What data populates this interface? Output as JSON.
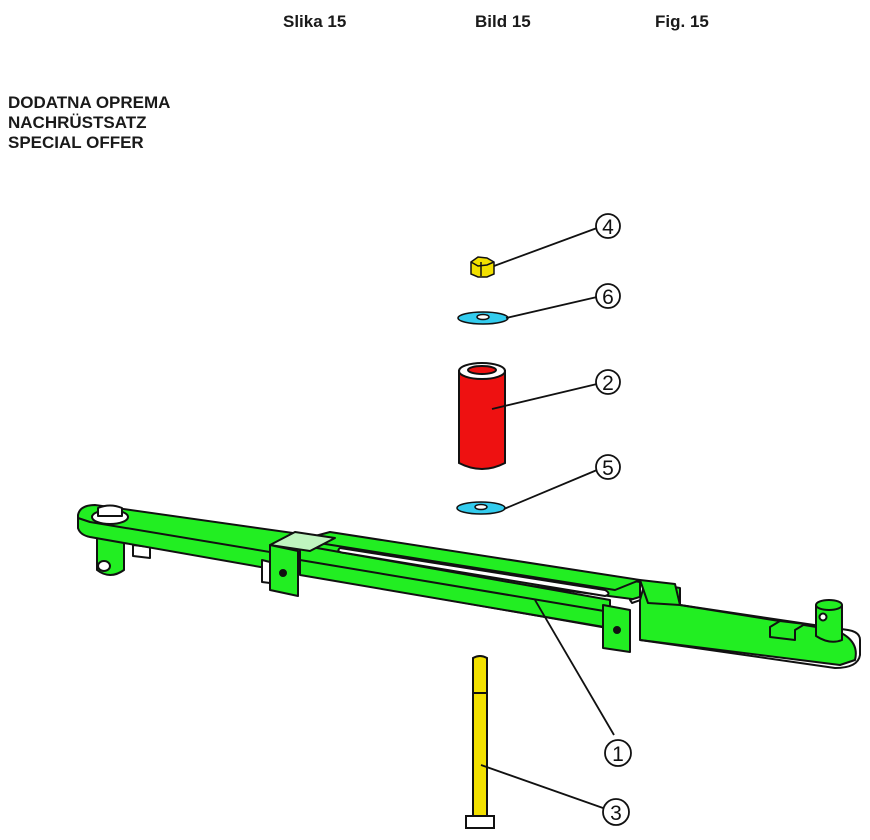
{
  "header": {
    "label_hr": "Slika 15",
    "label_de": "Bild 15",
    "label_en": "Fig. 15"
  },
  "title": {
    "line_hr": "DODATNA OPREMA",
    "line_de": "NACHRÜSTSATZ",
    "line_en": "SPECIAL OFFER"
  },
  "parts": [
    {
      "number": "1",
      "name": "arm",
      "color": "#22ee22"
    },
    {
      "number": "2",
      "name": "sleeve",
      "color": "#ee1111"
    },
    {
      "number": "3",
      "name": "bolt",
      "color": "#f2e000"
    },
    {
      "number": "4",
      "name": "nut",
      "color": "#f2e000"
    },
    {
      "number": "5",
      "name": "washer",
      "color": "#33ccee"
    },
    {
      "number": "6",
      "name": "washer",
      "color": "#33ccee"
    }
  ]
}
